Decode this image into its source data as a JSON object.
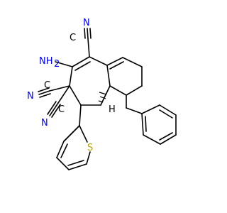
{
  "molecule": {
    "atoms": {
      "n_amino": "NH",
      "h_sub": "2",
      "n1": "N",
      "n2": "N",
      "n3": "N",
      "s": "S",
      "c1": "C",
      "c2": "C",
      "c3": "C",
      "h1": "H"
    },
    "colors": {
      "carbon": "#000000",
      "nitrogen": "#0000ff",
      "sulfur": "#b8a600"
    }
  }
}
